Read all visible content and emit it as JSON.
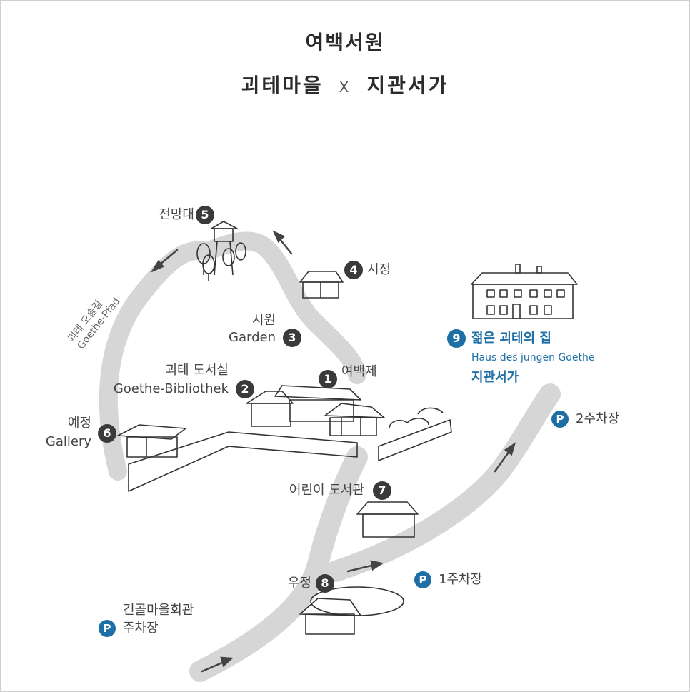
{
  "title": {
    "line1": "여백서원",
    "line2_left": "괴테마을",
    "line2_sep": "X",
    "line2_right": "지관서가"
  },
  "path_label": {
    "ko": "괴테 오솔길",
    "de": "Goethe-Pfad"
  },
  "places": [
    {
      "num": "1",
      "name": "여백제"
    },
    {
      "num": "2",
      "name": "괴테 도서실",
      "sub": "Goethe-Bibliothek"
    },
    {
      "num": "3",
      "name": "시원",
      "sub": "Garden"
    },
    {
      "num": "4",
      "name": "시정"
    },
    {
      "num": "5",
      "name": "전망대"
    },
    {
      "num": "6",
      "name": "예정",
      "sub": "Gallery"
    },
    {
      "num": "7",
      "name": "어린이 도서관"
    },
    {
      "num": "8",
      "name": "우정"
    },
    {
      "num": "9",
      "name": "젊은 괴테의 집",
      "sub": "Haus des jungen Goethe",
      "sub2": "지관서가"
    }
  ],
  "parking": [
    {
      "icon": "P",
      "name": "2주차장"
    },
    {
      "icon": "P",
      "name": "1주차장"
    },
    {
      "icon": "P",
      "name": "긴골마을회관",
      "name2": "주차장"
    }
  ],
  "colors": {
    "accent": "#1d6fa5",
    "marker": "#3a3a3a",
    "path": "#d6d6d6"
  }
}
